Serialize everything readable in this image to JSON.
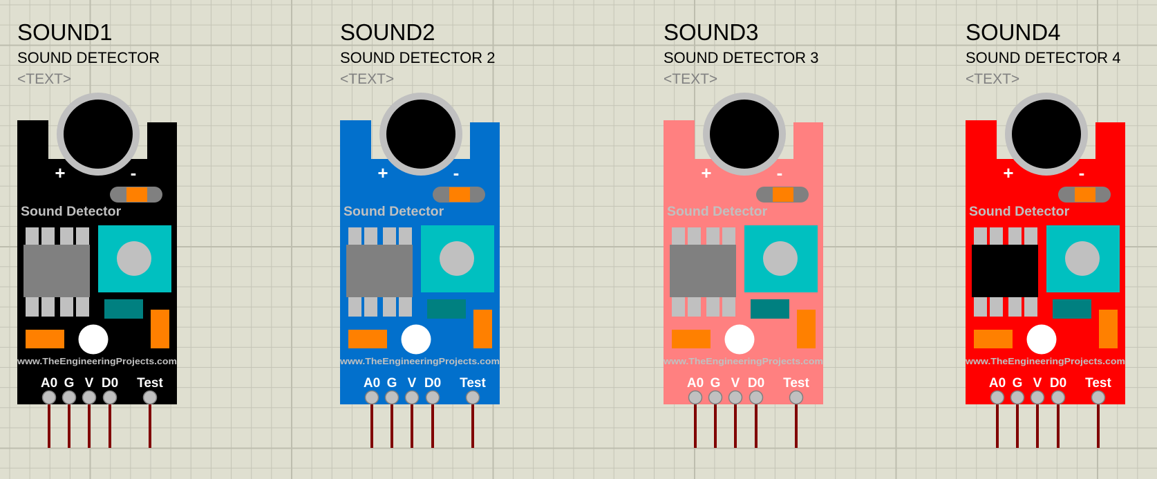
{
  "components": [
    {
      "ref": "SOUND1",
      "value": "SOUND DETECTOR",
      "text": "<TEXT>",
      "board_color": "#000000",
      "chip_color": "#808080"
    },
    {
      "ref": "SOUND2",
      "value": "SOUND DETECTOR 2",
      "text": "<TEXT>",
      "board_color": "#0270CC",
      "chip_color": "#808080"
    },
    {
      "ref": "SOUND3",
      "value": "SOUND DETECTOR 3",
      "text": "<TEXT>",
      "board_color": "#FF8080",
      "chip_color": "#808080"
    },
    {
      "ref": "SOUND4",
      "value": "SOUND DETECTOR 4",
      "text": "<TEXT>",
      "board_color": "#FF0000",
      "chip_color": "#000000"
    }
  ],
  "board": {
    "title": "Sound Detector",
    "plus": "+",
    "minus": "-",
    "url": "www.TheEngineeringProjects.com",
    "pins": [
      "A0",
      "G",
      "V",
      "D0",
      "Test"
    ]
  },
  "colors": {
    "mic_ring": "#C0C0C0",
    "mic": "#000000",
    "potentiometer": "#00C0C0",
    "pot_knob": "#C0C0C0",
    "capacitor": "#008080",
    "smd_orange": "#FF8000",
    "resistor_body": "#808080",
    "led": "#FFFFFF",
    "pin_pad": "#C0C0C0",
    "wire": "#800000",
    "silk_grey": "#C0C0C0",
    "silk_white": "#FFFFFF"
  }
}
